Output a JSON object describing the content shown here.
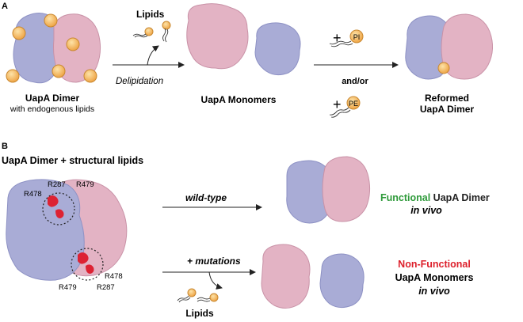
{
  "panel_a": {
    "label": "A",
    "dimer_title": "UapA Dimer",
    "dimer_subtitle": "with endogenous lipids",
    "lipids_label": "Lipids",
    "delipidation_label": "Delipidation",
    "monomers_label": "UapA Monomers",
    "andor_label": "and/or",
    "plus_sign": "+",
    "lipid_pi": "PI",
    "lipid_pe": "PE",
    "reformed_line1": "Reformed",
    "reformed_line2": "UapA Dimer"
  },
  "panel_b": {
    "label": "B",
    "title": "UapA Dimer + structural lipids",
    "residues": {
      "r287_top": "R287",
      "r479_top": "R479",
      "r478_top": "R478",
      "r478_bottom": "R478",
      "r479_bottom": "R479",
      "r287_bottom": "R287"
    },
    "wildtype_label": "wild-type",
    "mutations_label": "+ mutations",
    "lipids_label": "Lipids",
    "functional_word": "Functional",
    "functional_rest": " UapA Dimer",
    "functional_invivo": "in vivo",
    "nonfunctional_word": "Non-Functional",
    "nonfunctional_line2": "UapA Monomers",
    "nonfunctional_invivo": "in vivo"
  },
  "colors": {
    "protein_blue": "#a9acd6",
    "protein_pink": "#e3b3c4",
    "lipid_orange": "#f4b35c",
    "residue_red": "#dd2233",
    "functional_green": "#2e9a3a",
    "nonfunctional_red": "#dd1f2b"
  }
}
